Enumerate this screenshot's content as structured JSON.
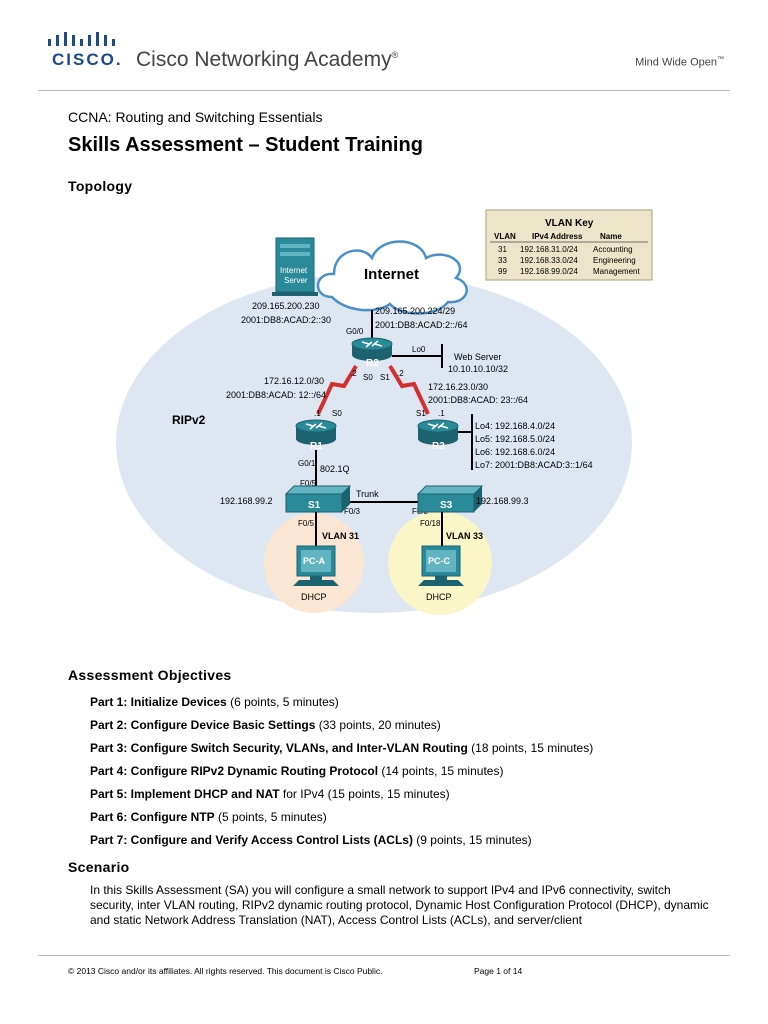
{
  "header": {
    "logo_word": "CISCO",
    "logo_dot": ".",
    "academy": "Cisco Networking Academy",
    "academy_mark": "®",
    "tagline": "Mind Wide Open",
    "tagline_mark": "™"
  },
  "course": "CCNA: Routing and Switching Essentials",
  "title": "Skills Assessment – Student Training",
  "topology_heading": "Topology",
  "topology": {
    "cloud": "Internet",
    "internet_server": [
      "Internet",
      "Server"
    ],
    "server_ip4": "209.165.200.230",
    "server_ip6": "2001:DB8:ACAD:2::30",
    "isp_net4": "209.165.200.224/29",
    "isp_net6": "2001:DB8:ACAD:2::/64",
    "g00": "G0/0",
    "lo0": "Lo0",
    "web_server": "Web Server",
    "web_ip": "10.10.10.10/32",
    "r2": "R2",
    "r1": "R1",
    "r3": "R3",
    "s1": "S1",
    "s3": "S3",
    "r1r2_net4": "172.16.12.0/30",
    "r1r2_net6": "2001:DB8:ACAD: 12::/64",
    "r2r3_net4": "172.16.23.0/30",
    "r2r3_net6": "2001:DB8:ACAD: 23::/64",
    "dot2": ".2",
    "dot1": ".1",
    "s0": "S0",
    "s1_if": "S1",
    "ripv2": "RIPv2",
    "g01": "G0/1",
    "dot1q": "802.1Q",
    "f05": "F0/5",
    "f03": "F0/3",
    "f018": "F0/18",
    "trunk": "Trunk",
    "s1_ip": "192.168.99.2",
    "s3_ip": "192.168.99.3",
    "vlan31": "VLAN 31",
    "vlan33": "VLAN 33",
    "pca": "PC-A",
    "pcc": "PC-C",
    "dhcp": "DHCP",
    "loopbacks": [
      "Lo4: 192.168.4.0/24",
      "Lo5: 192.168.5.0/24",
      "Lo6: 192.168.6.0/24",
      "Lo7: 2001:DB8:ACAD:3::1/64"
    ],
    "vlan_key": {
      "title": "VLAN Key",
      "headers": [
        "VLAN",
        "IPv4 Address",
        "Name"
      ],
      "rows": [
        [
          "31",
          "192.168.31.0/24",
          "Accounting"
        ],
        [
          "33",
          "192.168.33.0/24",
          "Engineering"
        ],
        [
          "99",
          "192.168.99.0/24",
          "Management"
        ]
      ]
    }
  },
  "objectives_heading": "Assessment Objectives",
  "objectives": [
    {
      "bold": "Part 1: Initialize Devices",
      "rest": " (6 points, 5 minutes)"
    },
    {
      "bold": "Part 2: Configure Device Basic Settings",
      "rest": " (33 points, 20 minutes)"
    },
    {
      "bold": "Part 3: Configure Switch Security, VLANs, and Inter-VLAN Routing",
      "rest": " (18 points, 15 minutes)"
    },
    {
      "bold": "Part 4: Configure RIPv2 Dynamic Routing Protocol",
      "rest": " (14 points, 15 minutes)"
    },
    {
      "bold": "Part 5: Implement DHCP and NAT",
      "rest": " for IPv4 (15 points, 15 minutes)"
    },
    {
      "bold": "Part 6: Configure NTP",
      "rest": " (5 points, 5 minutes)"
    },
    {
      "bold": "Part 7: Configure and Verify Access Control Lists (ACLs)",
      "rest": " (9 points, 15 minutes)"
    }
  ],
  "scenario_heading": "Scenario",
  "scenario": "In this Skills Assessment (SA) you will configure a small network to support IPv4 and IPv6 connectivity, switch security, inter VLAN routing, RIPv2 dynamic routing protocol, Dynamic Host Configuration Protocol (DHCP), dynamic and static Network Address Translation (NAT), Access Control Lists (ACLs), and server/client",
  "footer": {
    "copyright": "© 2013 Cisco and/or its affiliates. All rights reserved. This document is Cisco Public.",
    "page": "Page 1 of 14"
  },
  "colors": {
    "cisco_blue": "#1e4a8c",
    "ripv2_area": "#dde6f1",
    "device_teal": "#2a8a9a",
    "serial_red": "#d32f2f",
    "vlan_key_bg": "#ece5c9",
    "pca_bubble": "#fbe6d4",
    "pcc_bubble": "#fbf6c8"
  }
}
